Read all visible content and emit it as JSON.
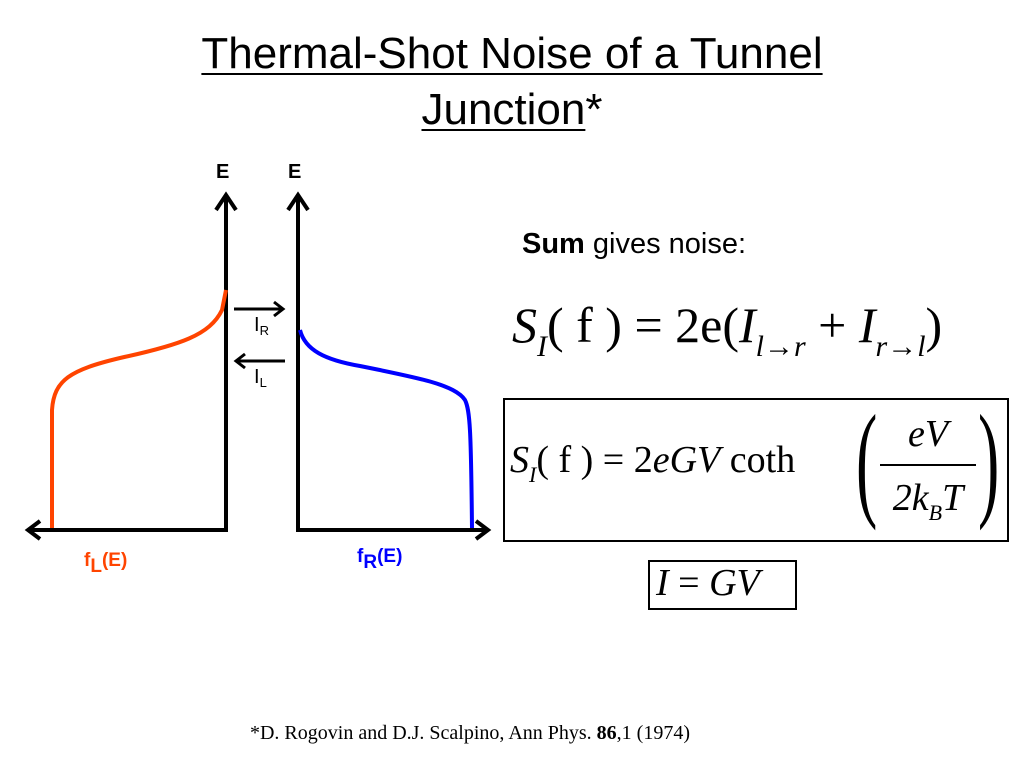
{
  "title": {
    "line1": "Thermal-Shot Noise of a Tunnel",
    "line2": "Junction",
    "marker": "*"
  },
  "diagram": {
    "axis_label_left": "E",
    "axis_label_right": "E",
    "current_right": {
      "base": "I",
      "sub": "R"
    },
    "current_left": {
      "base": "I",
      "sub": "L"
    },
    "dist_left": {
      "base": "f",
      "sub": "L",
      "arg": "(E)"
    },
    "dist_right": {
      "base": "f",
      "sub": "R",
      "arg": "(E)"
    },
    "colors": {
      "left_curve": "#ff4400",
      "right_curve": "#0000ff",
      "axes": "#000000"
    }
  },
  "text": {
    "sum_bold": "Sum",
    "sum_rest": " gives noise:"
  },
  "equations": {
    "eq1": {
      "S": "S",
      "S_sub": "I",
      "lhs_arg": "( f ) = 2e(",
      "I1": "I",
      "I1_sub": "l→r",
      "plus": " + ",
      "I2": "I",
      "I2_sub": "r→l",
      "close": ")"
    },
    "eq2": {
      "S": "S",
      "S_sub": "I",
      "lhs": "( f ) = 2",
      "eGV": "eGV",
      "coth": " coth",
      "num": "eV",
      "den_pre": "2k",
      "den_sub": "B",
      "den_post": "T"
    },
    "eq3": {
      "I": "I",
      "eq": " = ",
      "GV": "GV"
    }
  },
  "citation": {
    "pre": "*D. Rogovin and D.J. Scalpino, Ann Phys. ",
    "volume": "86",
    "post": ",1 (1974)"
  }
}
